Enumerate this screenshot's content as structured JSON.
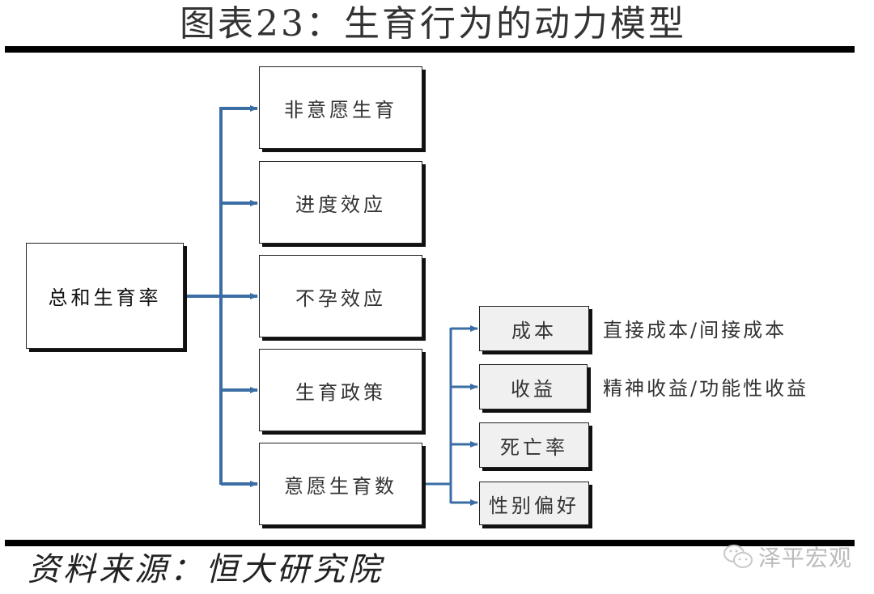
{
  "title": "图表23：生育行为的动力模型",
  "root": {
    "label": "总和生育率"
  },
  "factors": [
    {
      "label": "非意愿生育"
    },
    {
      "label": "进度效应"
    },
    {
      "label": "不孕效应"
    },
    {
      "label": "生育政策"
    },
    {
      "label": "意愿生育数"
    }
  ],
  "sub_factors": [
    {
      "label": "成本",
      "note": "直接成本/间接成本"
    },
    {
      "label": "收益",
      "note": "精神收益/功能性收益"
    },
    {
      "label": "死亡率",
      "note": ""
    },
    {
      "label": "性别偏好",
      "note": ""
    }
  ],
  "source": "资料来源：恒大研究院",
  "watermark": {
    "icon": "wechat-icon",
    "text": "泽平宏观"
  },
  "colors": {
    "connector": "#3a6ea5",
    "rule": "#000000",
    "sub_box_fill": "#f0f0f0"
  }
}
